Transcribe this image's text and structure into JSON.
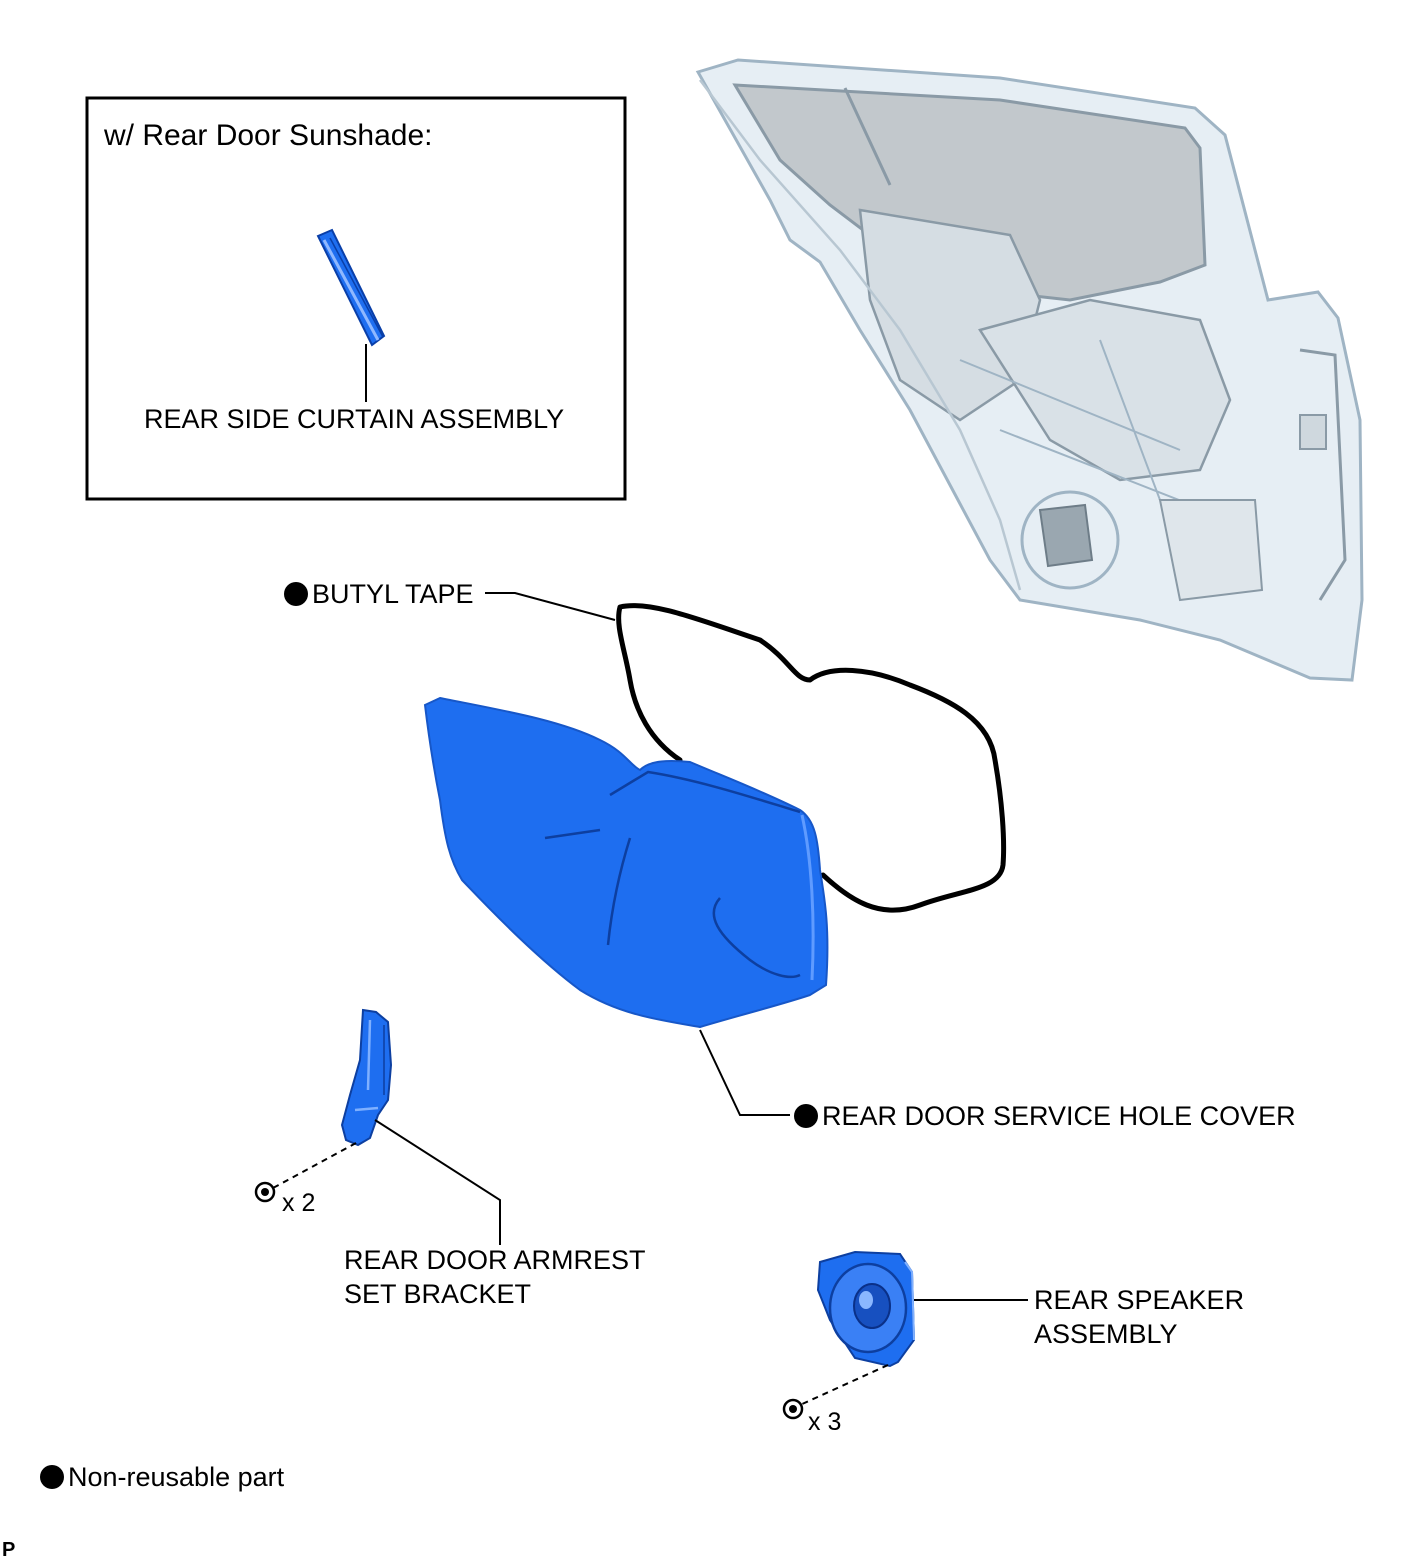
{
  "inset": {
    "title": "w/ Rear Door Sunshade:",
    "part_label": "REAR SIDE CURTAIN ASSEMBLY"
  },
  "labels": {
    "butyl_tape": "BUTYL TAPE",
    "service_hole_cover": "REAR DOOR SERVICE HOLE COVER",
    "armrest_bracket_line1": "REAR DOOR ARMREST",
    "armrest_bracket_line2": "SET BRACKET",
    "speaker_line1": "REAR SPEAKER",
    "speaker_line2": "ASSEMBLY",
    "bracket_qty": "x 2",
    "speaker_qty": "x 3"
  },
  "legend": {
    "non_reusable": "Non-reusable part"
  },
  "corner_mark": "P",
  "colors": {
    "part_blue": "#1e6ef0",
    "door_fill": "#e6eef4",
    "door_line": "#9fb4c4",
    "leader": "#000000"
  },
  "icons": {
    "non_reusable_marker": "filled-circle-icon",
    "bolt": "bolt-icon"
  }
}
